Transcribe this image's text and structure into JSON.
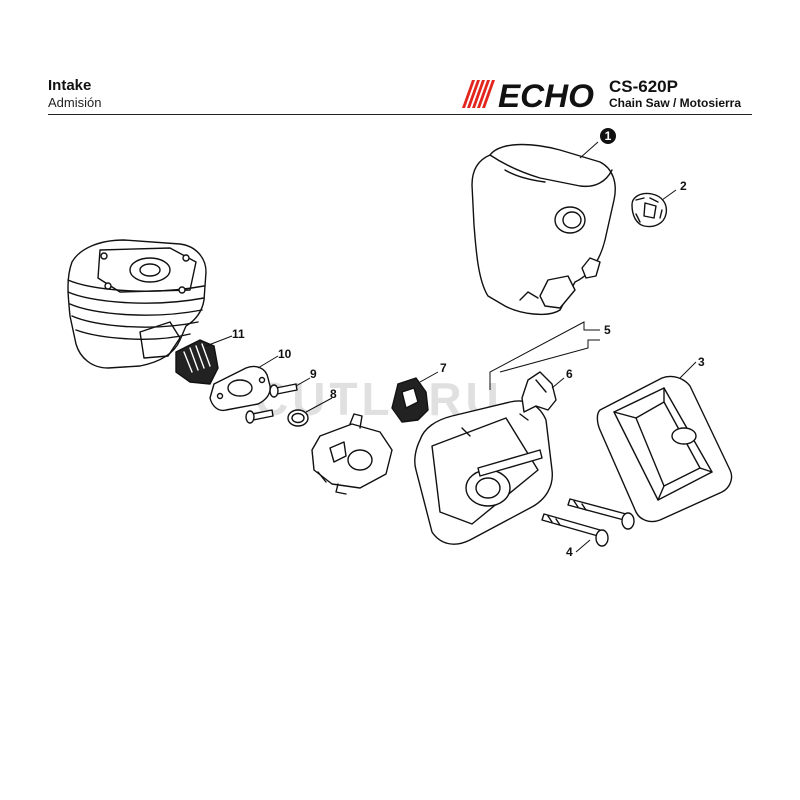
{
  "header": {
    "title": "Intake",
    "subtitle": "Admisión",
    "brand": "ECHO",
    "model": "CS-620P",
    "product": "Chain Saw / Motosierra"
  },
  "watermark": "CUTLERU",
  "callouts": [
    {
      "id": "1",
      "label": "1",
      "style": "filled"
    },
    {
      "id": "2",
      "label": "2"
    },
    {
      "id": "3",
      "label": "3"
    },
    {
      "id": "4",
      "label": "4"
    },
    {
      "id": "5",
      "label": "5"
    },
    {
      "id": "6",
      "label": "6"
    },
    {
      "id": "7",
      "label": "7"
    },
    {
      "id": "8",
      "label": "8"
    },
    {
      "id": "9",
      "label": "9"
    },
    {
      "id": "10",
      "label": "10"
    },
    {
      "id": "11",
      "label": "11"
    }
  ],
  "colors": {
    "brand": "#e2261d",
    "ink": "#111111",
    "watermark": "#c8c8c8"
  }
}
